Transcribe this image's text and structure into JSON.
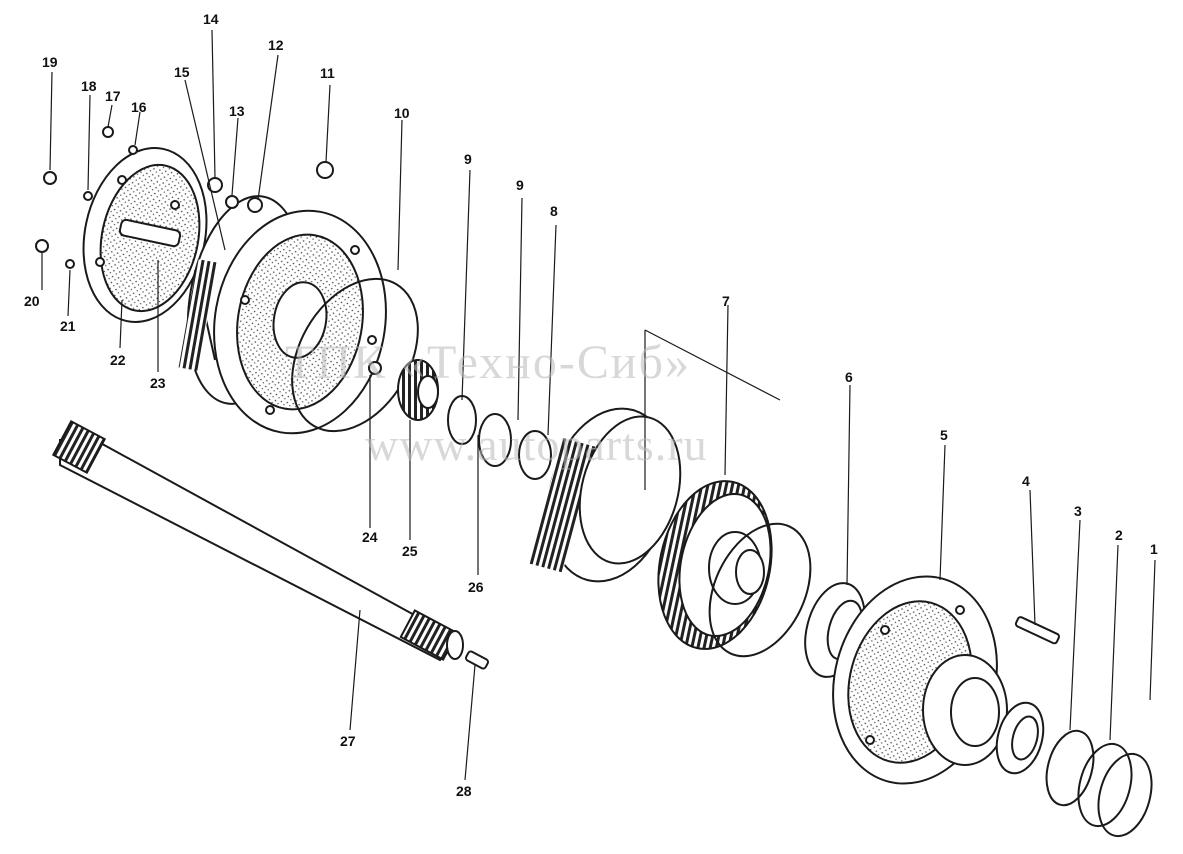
{
  "diagram": {
    "labels": {
      "l1": "1",
      "l2": "2",
      "l3": "3",
      "l4": "4",
      "l5": "5",
      "l6": "6",
      "l7": "7",
      "l8": "8",
      "l9a": "9",
      "l9b": "9",
      "l10": "10",
      "l11": "11",
      "l12": "12",
      "l13": "13",
      "l14": "14",
      "l15": "15",
      "l16": "16",
      "l17": "17",
      "l18": "18",
      "l19": "19",
      "l20": "20",
      "l21": "21",
      "l22": "22",
      "l23": "23",
      "l24": "24",
      "l25": "25",
      "l26": "26",
      "l27": "27",
      "l28": "28"
    },
    "watermark": {
      "line1": "ТПК «Техно-Сиб»",
      "line2": "www.autoparts.ru"
    }
  }
}
